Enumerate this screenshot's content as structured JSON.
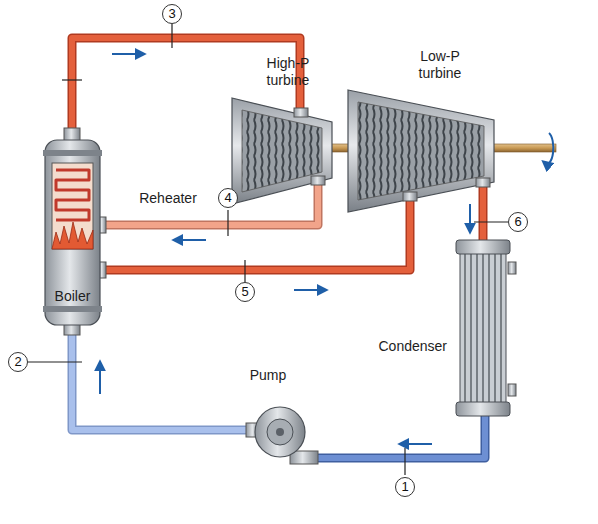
{
  "diagram": {
    "nodes": [
      {
        "text": [
          "Boiler"
        ]
      },
      {
        "text": [
          "High-P turbine"
        ]
      },
      {
        "text": [
          "Low-P turbine"
        ]
      },
      {
        "text": [
          "Condenser"
        ]
      },
      {
        "text": [
          "Pump"
        ]
      }
    ],
    "edges": [
      {
        "from": 0,
        "to": 1,
        "arrow": "none",
        "label": "3"
      },
      {
        "from": 1,
        "to": 0,
        "arrow": "none",
        "label": "4"
      },
      {
        "from": 0,
        "to": 2,
        "arrow": "none",
        "label": "5"
      },
      {
        "from": 2,
        "to": 3,
        "arrow": "none",
        "label": "6"
      },
      {
        "from": 3,
        "to": 4,
        "arrow": "none",
        "label": "1"
      },
      {
        "from": 4,
        "to": 0,
        "arrow": "none",
        "label": "2"
      }
    ],
    "labels": [
      "Reheater"
    ]
  }
}
